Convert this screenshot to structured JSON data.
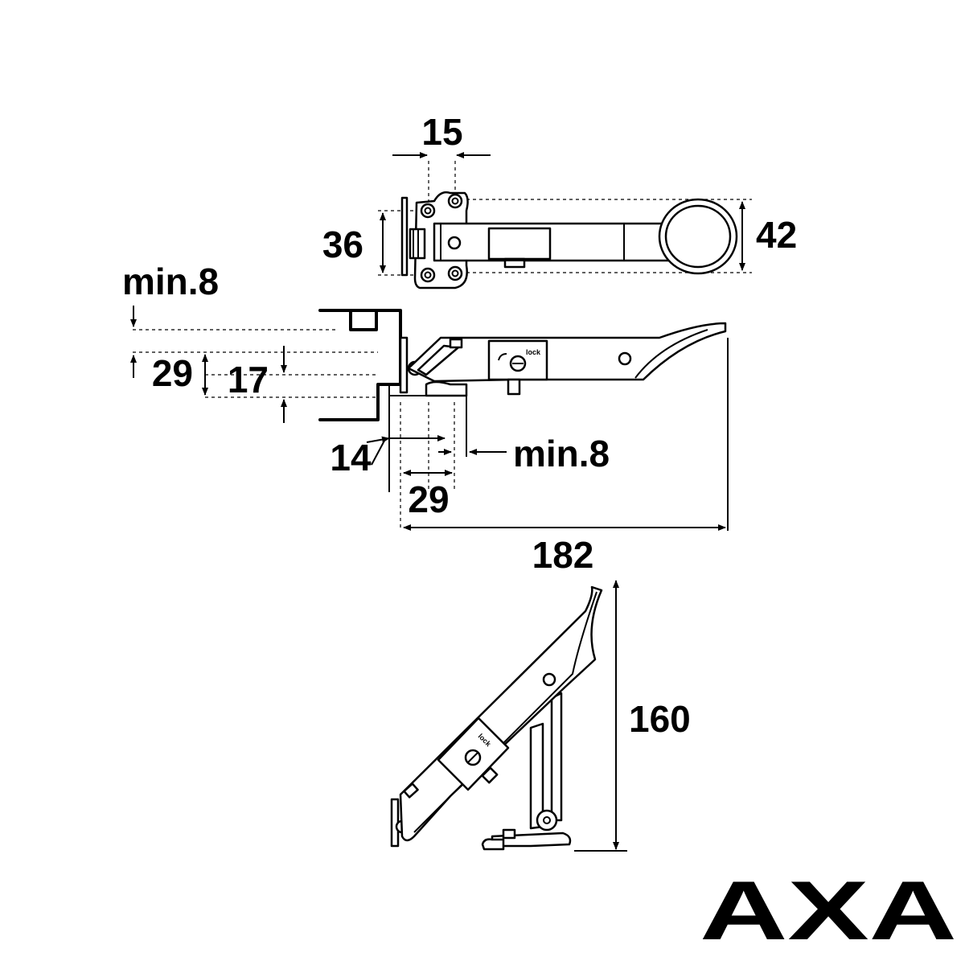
{
  "top_view": {
    "width_label": "15",
    "height_label": "36",
    "ring_height_label": "42"
  },
  "side_view": {
    "min_top_label": "min.8",
    "left_29_label": "29",
    "left_17_label": "17",
    "bottom_14_label": "14",
    "bottom_min_label": "min.8",
    "bottom_29_label": "29",
    "length_label": "182",
    "lock_text": "lock"
  },
  "open_view": {
    "height_label": "160",
    "lock_text": "lock"
  },
  "brand": {
    "logo_text": "AXA"
  }
}
